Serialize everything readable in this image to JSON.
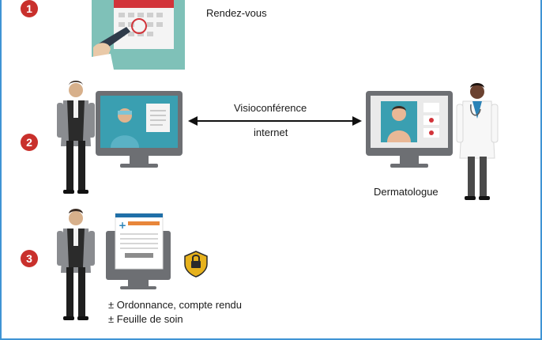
{
  "steps": [
    {
      "number": "1",
      "label": "Rendez-vous"
    },
    {
      "number": "2",
      "label": "Visioconférence",
      "label2": "internet",
      "doctor": "Dermatologue"
    },
    {
      "number": "3",
      "line1": "± Ordonnance, compte rendu",
      "line2": "± Feuille de soin"
    }
  ],
  "colors": {
    "step_badge": "#c9302c",
    "frame": "#3f94d4",
    "monitor": "#6d6f73",
    "screen": "#3a9fb1",
    "calendar_bg": "#7fc1b8",
    "calendar_header": "#d2343a",
    "lock": "#e7b21c"
  },
  "icons": [
    "calendar-icon",
    "patient-figure",
    "monitor-icon",
    "doctor-figure",
    "document-icon",
    "lock-icon",
    "double-arrow-icon"
  ]
}
